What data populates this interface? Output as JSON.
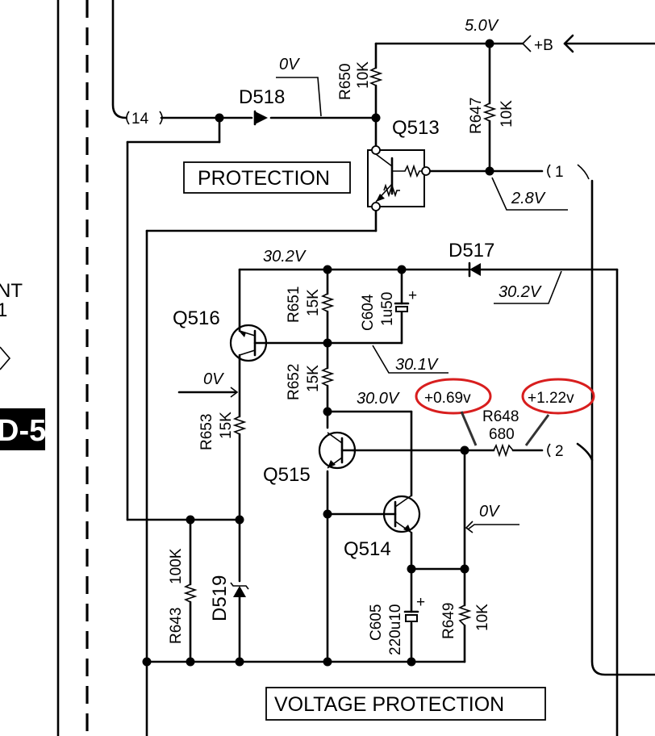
{
  "labels": {
    "supply_voltage": "5.0V",
    "supply_rail": "+B",
    "conn_14": "14",
    "conn_1": "1",
    "conn_2": "2",
    "d518": "D518",
    "d518_voltage": "0V",
    "r650": "R650",
    "r650_value": "10K",
    "r647": "R647",
    "r647_value": "10K",
    "q513": "Q513",
    "q513_voltage": "2.8V",
    "protection_box": "PROTECTION",
    "d517": "D517",
    "d517_voltage": "30.2V",
    "top_rail_voltage": "30.2V",
    "r651": "R651",
    "r651_value": "15K",
    "c604": "C604",
    "c604_value": "1u50",
    "c604_polarity": "+",
    "q516": "Q516",
    "q516_base_voltage": "0V",
    "c604_node_voltage": "30.1V",
    "r652": "R652",
    "r652_value": "15K",
    "q515_node_voltage": "30.0V",
    "anno_left": "+0.69v",
    "anno_right": "+1.22v",
    "r648": "R648",
    "r648_value": "680",
    "r653": "R653",
    "r653_value": "15K",
    "q515": "Q515",
    "q514": "Q514",
    "q514_base_voltage": "0V",
    "r643": "R643",
    "r643_value": "100K",
    "d519": "D519",
    "c605": "C605",
    "c605_value": "220u10",
    "c605_polarity": "+",
    "r649": "R649",
    "r649_value": "10K",
    "voltage_protection_box": "VOLTAGE PROTECTION",
    "left_partial_1": "NT",
    "left_partial_2": "1",
    "left_badge": "D-5"
  },
  "colors": {
    "ink": "#000000",
    "annotation": "#d81e1e",
    "background": "#ffffff"
  }
}
